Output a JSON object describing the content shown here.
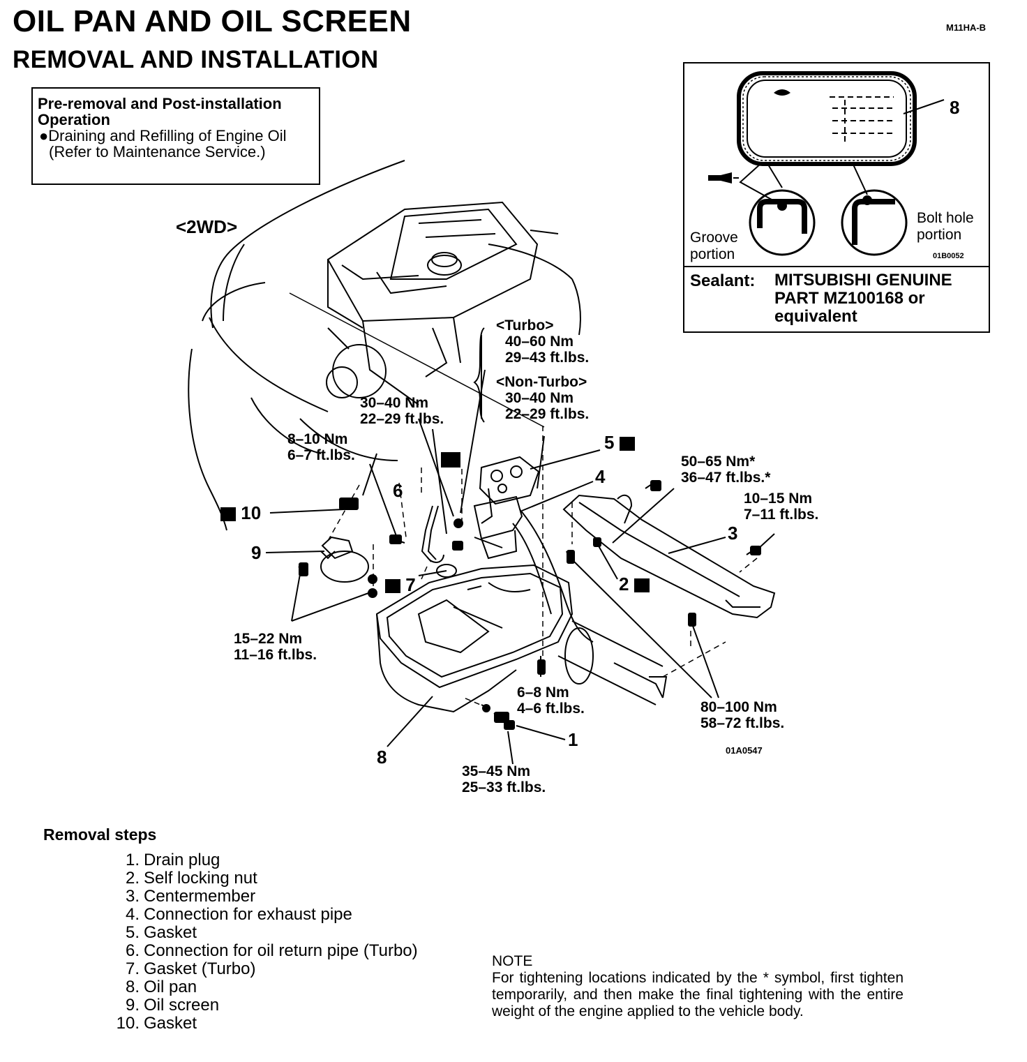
{
  "header": {
    "title": "OIL PAN AND OIL SCREEN",
    "subtitle": "REMOVAL AND INSTALLATION",
    "doc_id": "M11HA-B"
  },
  "pre_box": {
    "heading_1": "Pre-removal and Post-installation",
    "heading_2": "Operation",
    "bullet_1": "●Draining and Refilling of Engine Oil",
    "bullet_2": "(Refer to Maintenance Service.)"
  },
  "sealant_box": {
    "part_number": "8",
    "groove_1": "Groove",
    "groove_2": "portion",
    "bolt_1": "Bolt hole",
    "bolt_2": "portion",
    "inset_code": "01B0052",
    "sealant_label": "Sealant:",
    "sealant_1": "MITSUBISHI GENUINE",
    "sealant_2": "PART MZ100168 or",
    "sealant_3": "equivalent"
  },
  "diagram": {
    "variant": "<2WD>",
    "figure_code": "01A0547",
    "torque": {
      "turbo_head": "<Turbo>",
      "turbo_nm": "40–60 Nm",
      "turbo_ft": "29–43 ft.lbs.",
      "nonturbo_head": "<Non-Turbo>",
      "nonturbo_nm": "30–40 Nm",
      "nonturbo_ft": "22–29 ft.lbs.",
      "t30_nm": "30–40 Nm",
      "t30_ft": "22–29 ft.lbs.",
      "t8_nm": "8–10 Nm",
      "t8_ft": "6–7 ft.lbs.",
      "t50_nm": "50–65 Nm*",
      "t50_ft": "36–47 ft.lbs.*",
      "t10_nm": "10–15 Nm",
      "t10_ft": "7–11 ft.lbs.",
      "t15_nm": "15–22 Nm",
      "t15_ft": "11–16 ft.lbs.",
      "t6_nm": "6–8 Nm",
      "t6_ft": "4–6 ft.lbs.",
      "t80_nm": "80–100 Nm",
      "t80_ft": "58–72 ft.lbs.",
      "t35_nm": "35–45 Nm",
      "t35_ft": "25–33 ft.lbs."
    },
    "callouts": {
      "c1": "1",
      "c2": "2",
      "c3": "3",
      "c4": "4",
      "c5": "5",
      "c6": "6",
      "c7": "7",
      "c8": "8",
      "c9": "9",
      "c10": "10"
    }
  },
  "removal": {
    "heading": "Removal steps",
    "steps": [
      {
        "n": "1.",
        "text": "Drain plug"
      },
      {
        "n": "2.",
        "text": "Self locking nut"
      },
      {
        "n": "3.",
        "text": "Centermember"
      },
      {
        "n": "4.",
        "text": "Connection for exhaust pipe"
      },
      {
        "n": "5.",
        "text": "Gasket"
      },
      {
        "n": "6.",
        "text": "Connection for oil return pipe (Turbo)"
      },
      {
        "n": "7.",
        "text": "Gasket (Turbo)"
      },
      {
        "n": "8.",
        "text": "Oil pan"
      },
      {
        "n": "9.",
        "text": "Oil screen"
      },
      {
        "n": "10.",
        "text": "Gasket"
      }
    ]
  },
  "note": {
    "heading": "NOTE",
    "text": "For tightening locations indicated by the * symbol, first tighten temporarily, and then make the final tightening with the entire weight of the engine applied to the vehicle body."
  }
}
